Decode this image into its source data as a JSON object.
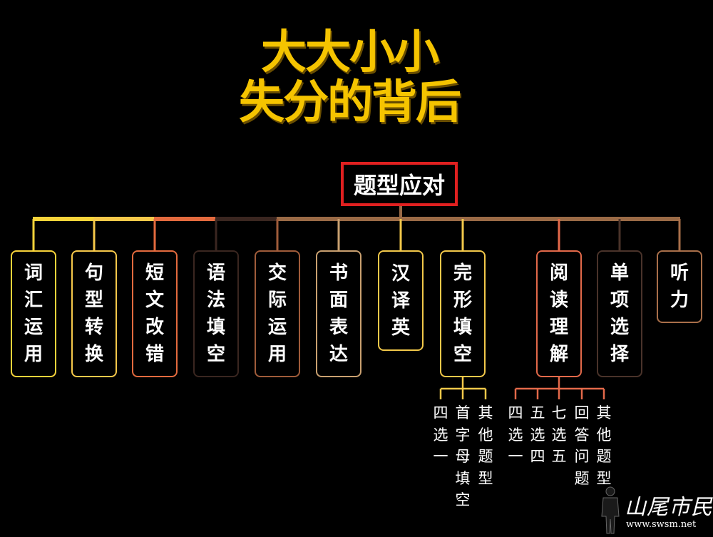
{
  "title": {
    "line1": "大大小小",
    "line2": "失分的背后"
  },
  "root": "题型应对",
  "categories": [
    {
      "label": "词汇运用",
      "color": "#f7d33a"
    },
    {
      "label": "句型转换",
      "color": "#f6c84a"
    },
    {
      "label": "短文改错",
      "color": "#e36a3e"
    },
    {
      "label": "语法填空",
      "color": "#3a2620"
    },
    {
      "label": "交际运用",
      "color": "#a05c3a"
    },
    {
      "label": "书面表达",
      "color": "#c9a070"
    },
    {
      "label": "汉译英",
      "color": "#f2c84a"
    },
    {
      "label": "完形填空",
      "color": "#f2c84a"
    },
    {
      "label": "阅读理解",
      "color": "#e3694a"
    },
    {
      "label": "单项选择",
      "color": "#4a332a"
    },
    {
      "label": "听力",
      "color": "#a96f4a"
    }
  ],
  "cloze_subtypes": [
    "四选一",
    "首字母填空",
    "其他题型"
  ],
  "reading_subtypes": [
    "四选一",
    "五选四",
    "七选五",
    "回答问题",
    "其他题型"
  ],
  "watermark": {
    "text": "山尾市民网",
    "url": "www.swsm.net"
  },
  "colors": {
    "title": "#f5c400",
    "root_border": "#e02020",
    "connector": "#9a6a46"
  }
}
